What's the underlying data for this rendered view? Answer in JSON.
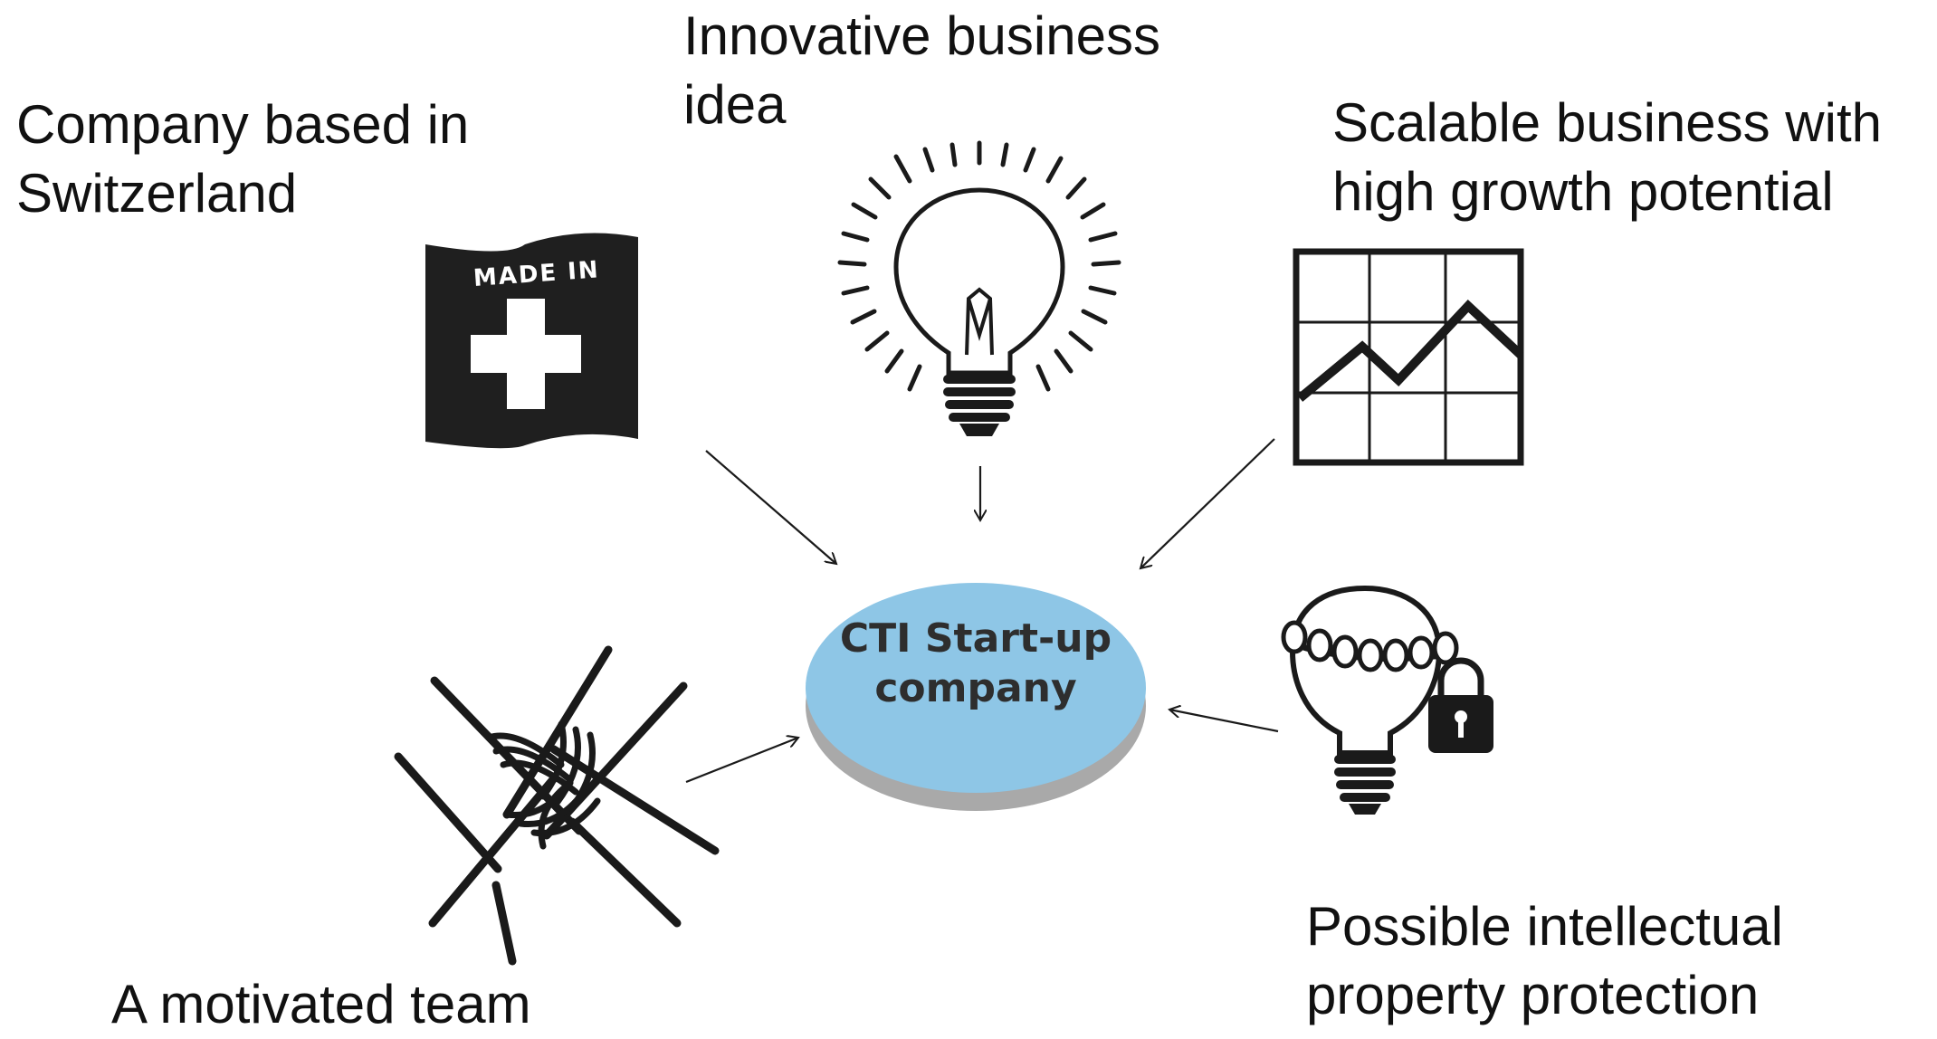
{
  "center": {
    "line1": "CTI Start-up",
    "line2": "company"
  },
  "labels": {
    "innovative": [
      "Innovative business",
      "idea"
    ],
    "switzerland": [
      "Company based in",
      "Switzerland"
    ],
    "scalable": [
      "Scalable business with",
      "high growth potential"
    ],
    "ip": [
      "Possible intellectual",
      "property protection"
    ],
    "team": [
      "A motivated team"
    ]
  },
  "flag_text": "MADE IN",
  "colors": {
    "ellipse_fill": "#8ec6e6",
    "ellipse_shadow": "#a9a9a9",
    "ink": "#1a1a1a"
  },
  "icons": [
    "swiss-flag-icon",
    "light-bulb-icon",
    "growth-chart-icon",
    "team-hands-icon",
    "locked-bulb-icon"
  ]
}
